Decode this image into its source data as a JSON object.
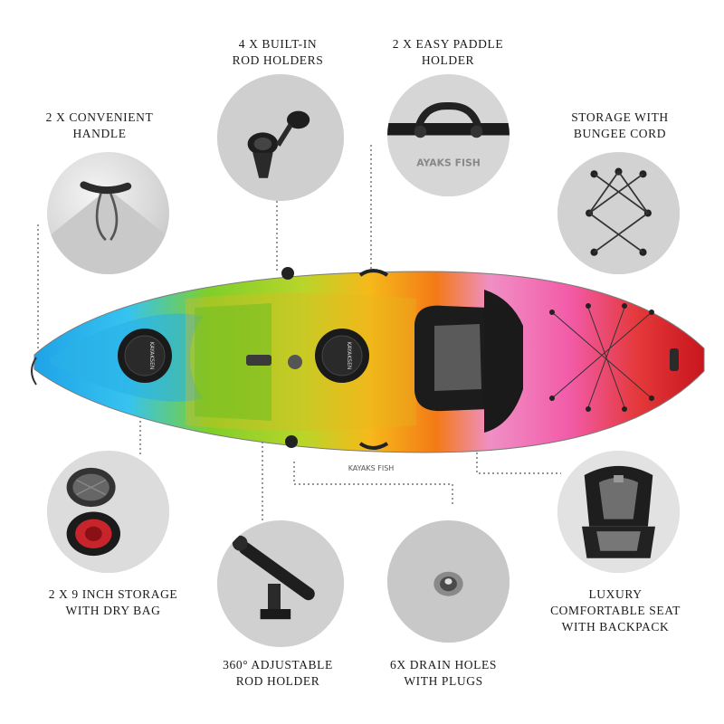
{
  "callouts": [
    {
      "id": "handle",
      "lines": [
        "2 X CONVENIENT",
        "HANDLE"
      ],
      "icon": "handle-icon"
    },
    {
      "id": "rod-holders",
      "lines": [
        "4 X BUILT-IN",
        "ROD HOLDERS"
      ],
      "icon": "flush-rod-holder-icon"
    },
    {
      "id": "paddle-holder",
      "lines": [
        "2 X EASY PADDLE",
        "HOLDER"
      ],
      "icon": "paddle-holder-icon"
    },
    {
      "id": "bungee",
      "lines": [
        "STORAGE WITH",
        "BUNGEE CORD"
      ],
      "icon": "bungee-cord-icon"
    },
    {
      "id": "storage",
      "lines": [
        "2 X 9 INCH STORAGE",
        "WITH DRY BAG"
      ],
      "icon": "hatch-dry-bag-icon"
    },
    {
      "id": "adjustable",
      "lines": [
        "360° ADJUSTABLE",
        "ROD HOLDER"
      ],
      "icon": "adjustable-rod-holder-icon"
    },
    {
      "id": "drain",
      "lines": [
        "6X DRAIN HOLES",
        "WITH PLUGS"
      ],
      "icon": "drain-plug-icon"
    },
    {
      "id": "seat",
      "lines": [
        "LUXURY",
        "COMFORTABLE SEAT",
        "WITH BACKPACK"
      ],
      "icon": "kayak-seat-icon"
    }
  ],
  "kayak": {
    "hatch_brand": "KAYAKSEN",
    "hull_text": "KAYAKS FISH",
    "colors": [
      "#1fa3e8",
      "#36c3f0",
      "#7fcf2a",
      "#f6b91a",
      "#f37a16",
      "#f25ba8",
      "#e4393b",
      "#c8161d"
    ]
  }
}
